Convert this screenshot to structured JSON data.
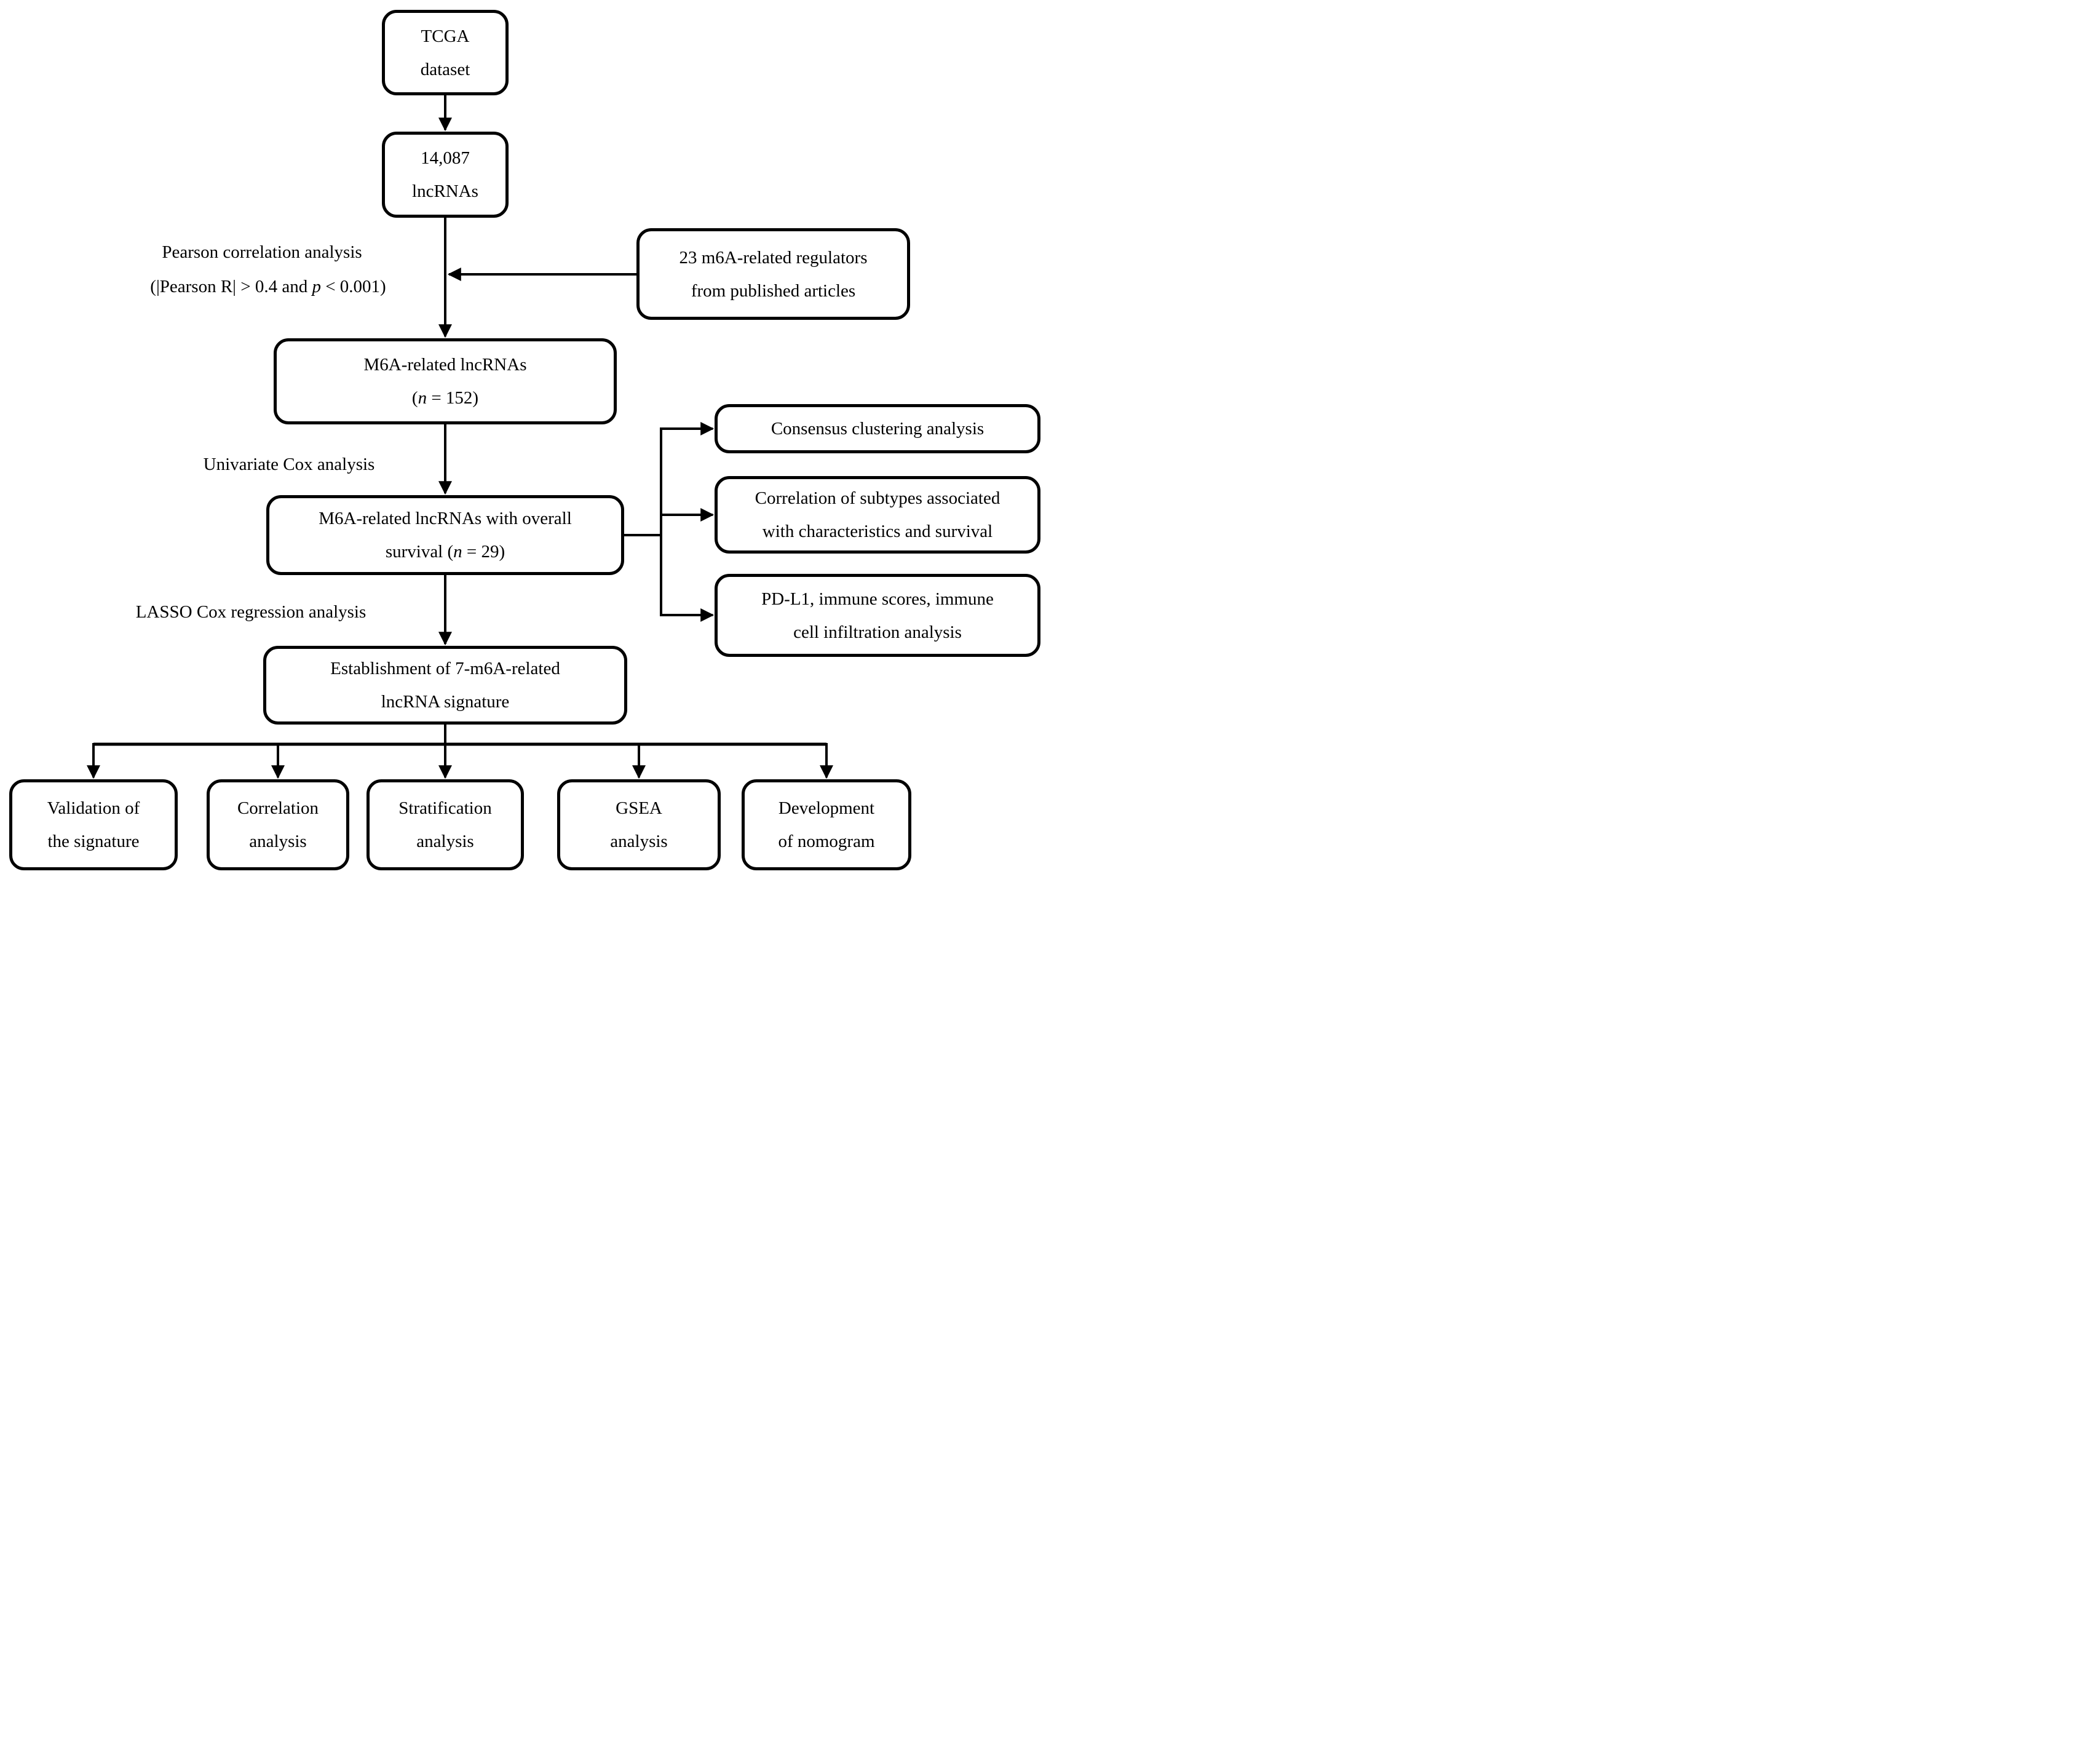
{
  "figure": {
    "background": "#ffffff",
    "stroke_color": "#000000",
    "text_color": "#000000"
  },
  "nodes": {
    "tcga": {
      "line1": "TCGA",
      "line2": "dataset"
    },
    "lncrnas": {
      "line1": "14,087",
      "line2": "lncRNAs"
    },
    "regulators": {
      "line1": "23 m6A-related regulators",
      "line2": "from published articles"
    },
    "m6a_lncrnas": {
      "line1": "M6A-related lncRNAs",
      "line2_pre": "(",
      "line2_var": "n",
      "line2_post": " = 152)"
    },
    "survival": {
      "line1": "M6A-related lncRNAs with overall",
      "line2_pre": "survival (",
      "line2_var": "n",
      "line2_post": " = 29)"
    },
    "consensus": {
      "line1": "Consensus clustering analysis"
    },
    "subtypes": {
      "line1": "Correlation of subtypes associated",
      "line2": "with characteristics and survival"
    },
    "pdl1": {
      "line1": "PD-L1, immune scores, immune",
      "line2": "cell infiltration analysis"
    },
    "signature": {
      "line1": "Establishment of 7-m6A-related",
      "line2": "lncRNA signature"
    },
    "validation": {
      "line1": "Validation of",
      "line2": "the signature"
    },
    "correlation": {
      "line1": "Correlation",
      "line2": "analysis"
    },
    "stratification": {
      "line1": "Stratification",
      "line2": "analysis"
    },
    "gsea": {
      "line1": "GSEA",
      "line2": "analysis"
    },
    "nomogram": {
      "line1": "Development",
      "line2": "of nomogram"
    }
  },
  "edge_labels": {
    "pearson": {
      "line1": "Pearson correlation analysis",
      "line2_pre": "(|Pearson R| > 0.4 and ",
      "line2_var": "p",
      "line2_post": " < 0.001)"
    },
    "univariate": "Univariate Cox analysis",
    "lasso": "LASSO Cox regression analysis"
  }
}
